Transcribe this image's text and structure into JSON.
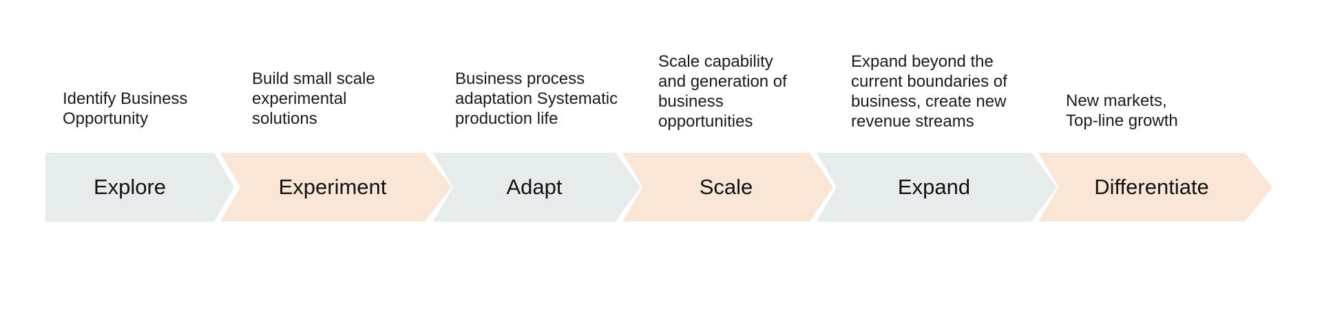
{
  "colors": {
    "grey": "#e6ebeb",
    "peach": "#f9e6d6",
    "text": "#1a1a1a"
  },
  "stages": [
    {
      "label": "Explore",
      "description": "Identify Business\nOpportunity",
      "color": "#e6ebeb"
    },
    {
      "label": "Experiment",
      "description": "Build small scale\nexperimental\nsolutions",
      "color": "#f9e6d6"
    },
    {
      "label": "Adapt",
      "description": "Business process\nadaptation Systematic\nproduction life",
      "color": "#e6ebeb"
    },
    {
      "label": "Scale",
      "description": "Scale capability\nand generation of\nbusiness\nopportunities",
      "color": "#f9e6d6"
    },
    {
      "label": "Expand",
      "description": "Expand beyond the\ncurrent boundaries of\nbusiness, create new\nrevenue streams",
      "color": "#e6ebeb"
    },
    {
      "label": "Differentiate",
      "description": "New markets,\nTop-line growth",
      "color": "#f9e6d6"
    }
  ]
}
